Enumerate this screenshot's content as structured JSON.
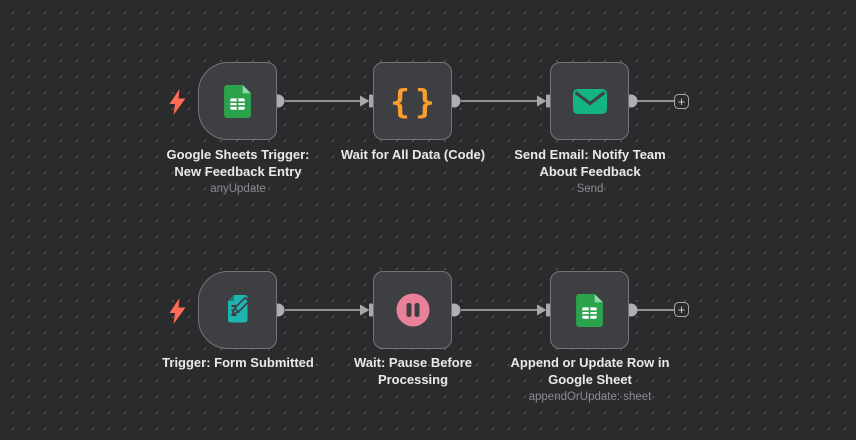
{
  "canvas": {
    "background_color": "#2a2b2d",
    "dot_grid_color": "#47484a",
    "add_button_glyph": "+"
  },
  "palette": {
    "node_fill": "#3e3f42",
    "node_border": "#747577",
    "connector_gray": "#a7a8aa",
    "label_text": "#e8e9eb",
    "subtitle_text": "#8a8c8f",
    "trigger_bolt_orange": "#ff6b55",
    "google_sheets_green": "#2ba24c",
    "code_orange": "#f79e2e",
    "email_teal_green": "#13b482",
    "form_teal": "#1db5ad",
    "pause_pink": "#e9819a"
  },
  "icons": {
    "code_braces_glyph": "{}"
  },
  "nodes": [
    {
      "title": "Google Sheets Trigger:\nNew Feedback Entry",
      "subtitle": "anyUpdate",
      "icon": "google-sheets-icon",
      "kind": "trigger"
    },
    {
      "title": "Wait for All Data (Code)",
      "subtitle": "",
      "icon": "code-braces-icon",
      "kind": "action"
    },
    {
      "title": "Send Email: Notify Team\nAbout Feedback",
      "subtitle": "Send",
      "icon": "email-icon",
      "kind": "action"
    },
    {
      "title": "Trigger: Form Submitted",
      "subtitle": "",
      "icon": "form-pencil-icon",
      "kind": "trigger"
    },
    {
      "title": "Wait: Pause Before\nProcessing",
      "subtitle": "",
      "icon": "pause-icon",
      "kind": "action"
    },
    {
      "title": "Append or Update Row in\nGoogle Sheet",
      "subtitle": "appendOrUpdate: sheet",
      "icon": "google-sheets-icon",
      "kind": "action"
    }
  ]
}
